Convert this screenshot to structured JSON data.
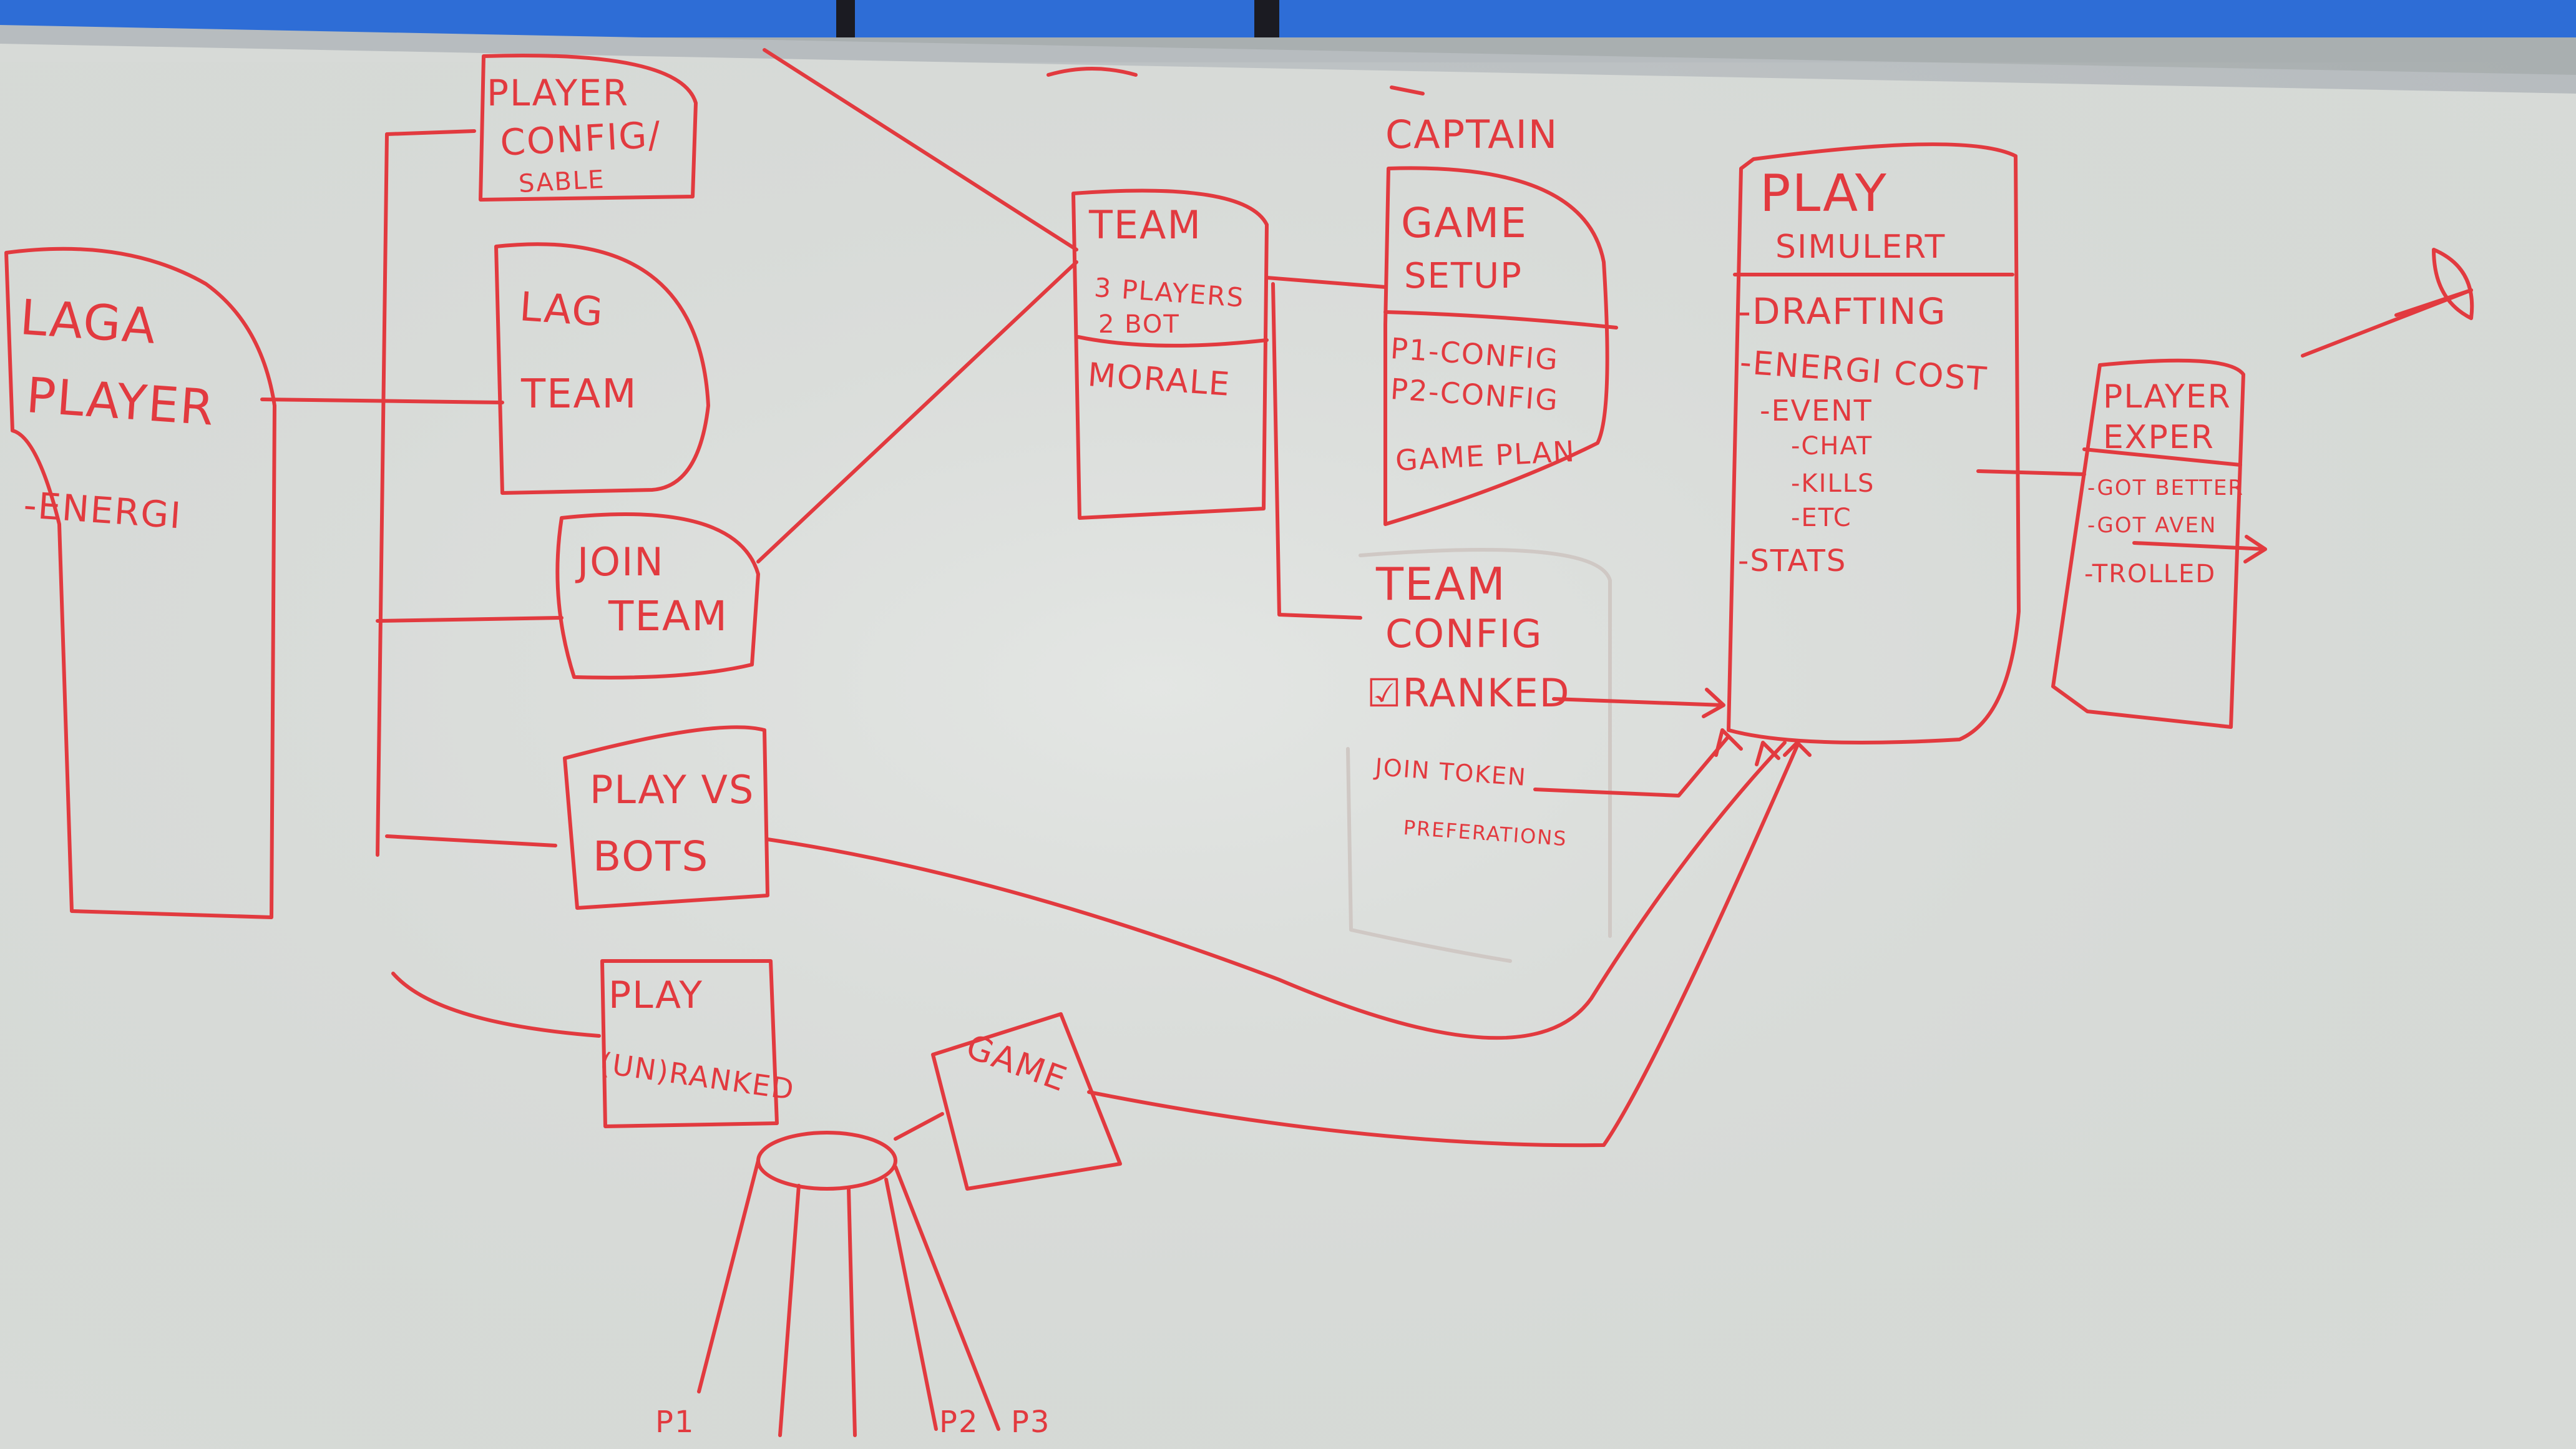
{
  "whiteboard": {
    "ink_color": "#e23a3f",
    "faint_ink_color": "#cfc8c4",
    "surface_color": "#d7dad7",
    "frame_color": "#b7bcbf",
    "window_color": "#2e6dd6"
  },
  "boxes": {
    "laga_player": {
      "line1": "LAGA",
      "line2": "PLAYER",
      "item": "-ENERGI"
    },
    "player_config": {
      "line1": "PLAYER",
      "line2": "CONFIG/",
      "line3": "SABLE"
    },
    "lag_team": {
      "line1": "LAG",
      "line2": "TEAM"
    },
    "join_team": {
      "line1": "JOIN",
      "line2": "TEAM"
    },
    "play_vs_bots": {
      "line1": "PLAY VS",
      "line2": "BOTS"
    },
    "play_unranked": {
      "line1": "PLAY",
      "line2": "(UN)RANKED"
    },
    "game": {
      "label": "GAME"
    },
    "team": {
      "line1": "TEAM",
      "line2": "3 PLAYERS",
      "line3": "2 BOT",
      "line4": "MORALE"
    },
    "captain": {
      "heading": "CAPTAIN"
    },
    "game_setup": {
      "line1": "GAME",
      "line2": "SETUP",
      "item1": "P1-CONFIG",
      "item2": "P2-CONFIG",
      "item3": "GAME PLAN"
    },
    "team_config": {
      "line1": "TEAM",
      "line2": "CONFIG",
      "item1": "☑RANKED",
      "item2": "JOIN TOKEN",
      "item3": "PREFERATIONS"
    },
    "play_simulert": {
      "line1": "PLAY",
      "line2": "SIMULERT",
      "item1": "-DRAFTING",
      "item2": "-ENERGI COST",
      "item3": "-EVENT",
      "item4": "-CHAT",
      "item5": "-KILLS",
      "item6": "-ETC",
      "item7": "-STATS"
    },
    "player_exper": {
      "line1": "PLAYER",
      "line2": "EXPER",
      "item1": "-GOT BETTER",
      "item2": "-GOT AVEN",
      "item3": "-TROLLED"
    },
    "bottom_labels": {
      "l1": "P1",
      "l2": "P2",
      "l3": "P3"
    }
  }
}
